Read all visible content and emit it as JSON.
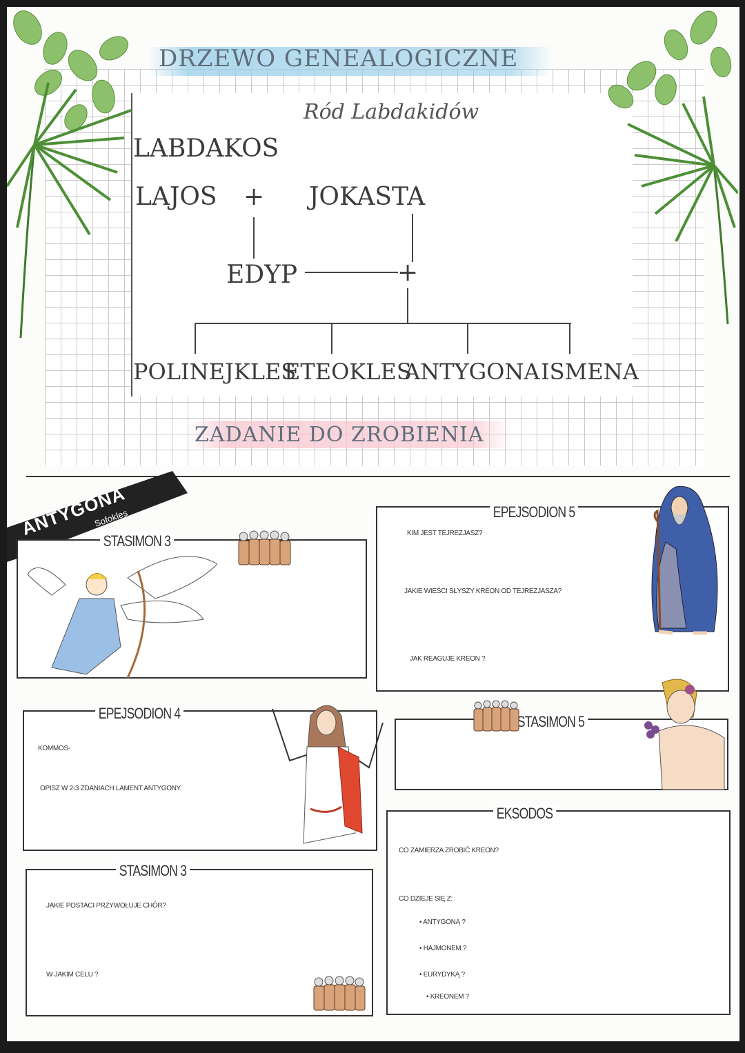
{
  "tree": {
    "title": "DRZEWO GENEALOGICZNE",
    "subtitle": "Ród Labdakidów",
    "labdakos": "LABDAKOS",
    "lajos": "LAJOS",
    "plus": "+",
    "jokasta": "JOKASTA",
    "edyp": "EDYP",
    "children": [
      "POLINEJKLES",
      "ETEOKLES",
      "ANTYGONA",
      "ISMENA"
    ]
  },
  "task": {
    "title": "ZADANIE DO ZROBIENIA"
  },
  "banner": {
    "title": "ANTYGONA",
    "author": "Sofokles"
  },
  "sections": {
    "stasimon3_top": {
      "label": "STASIMON 3"
    },
    "epejsodion5": {
      "label": "EPEJSODION 5",
      "questions": [
        "Kim jest Tejrezjasz?",
        "Jakie wieści słyszy Kreon od Tejrezjasza?",
        "Jak reaguje Kreon ?"
      ]
    },
    "epejsodion4": {
      "label": "EPEJSODION 4",
      "lines": [
        "KOMMOS-",
        "Opisz w 2-3 zdaniach lament Antygony."
      ]
    },
    "stasimon5": {
      "label": "STASIMON 5"
    },
    "stasimon3_bottom": {
      "label": "STASIMON 3",
      "questions": [
        "Jakie postaci przywołuje Chór?",
        "W jakim celu ?"
      ]
    },
    "eksodos": {
      "label": "EKSODOS",
      "q1": "Co zamierza zrobić Kreon?",
      "q2": "Co dzieje się z:",
      "bullets": [
        "Antygoną ?",
        "Hajmonem ?",
        "Eurydyką ?",
        "Kreonem ?"
      ]
    }
  },
  "colors": {
    "title_blue": "#96cde8",
    "title_pink": "#f7c8d2",
    "leaf_green": "#6aa84f",
    "robe_blue": "#3f5fa8",
    "robe_red": "#e0482f"
  }
}
